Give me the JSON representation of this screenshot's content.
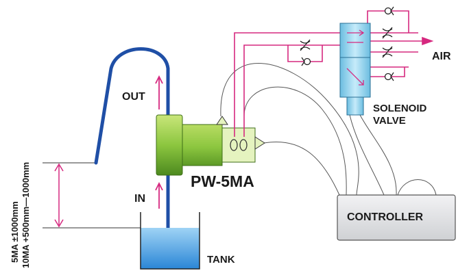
{
  "labels": {
    "out": "OUT",
    "in": "IN",
    "pump_model": "PW-5MA",
    "tank": "TANK",
    "controller": "CONTROLLER",
    "solenoid_line1": "SOLENOID",
    "solenoid_line2": "VALVE",
    "air": "AIR",
    "spec_line1": "5MA ±1000mm",
    "spec_line2": "10MA +500mm—1000mm"
  },
  "colors": {
    "pipe": "#1f4fa6",
    "air_line": "#d6287f",
    "pump_green": "#8cc63f",
    "valve_blue": "#9fd8ef",
    "controller_fill": "#e4e5e7",
    "water": "#3aa0e0"
  }
}
